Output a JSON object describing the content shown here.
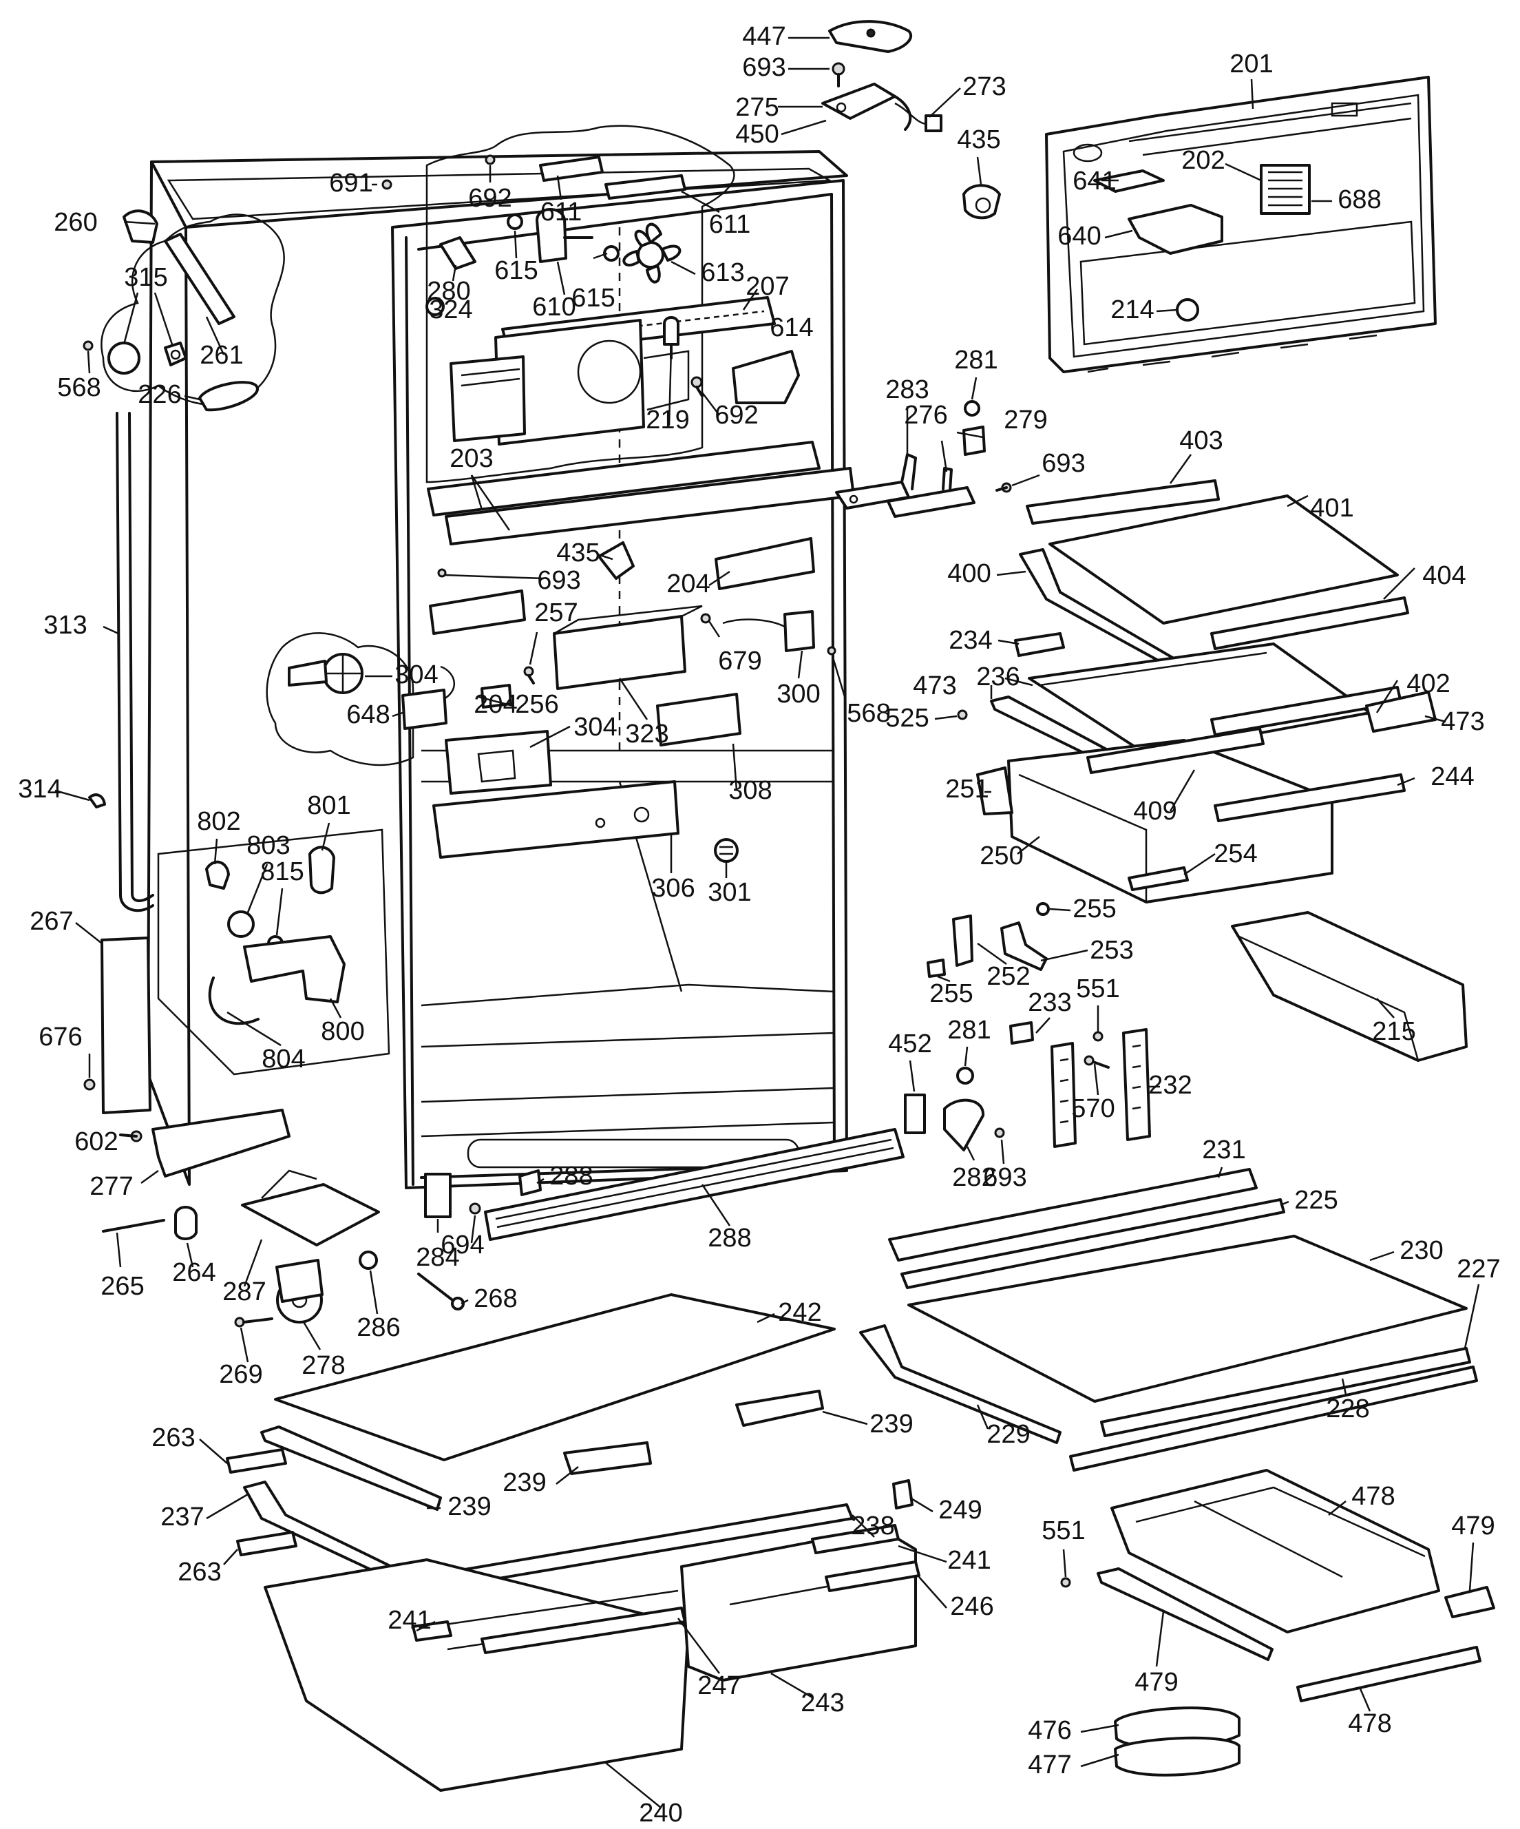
{
  "colors": {
    "ink": "#111111",
    "paper": "#ffffff"
  },
  "part_labels": {
    "p447": "447",
    "p693a": "693",
    "p275": "275",
    "p273": "273",
    "p450": "450",
    "p435a": "435",
    "p201": "201",
    "p202": "202",
    "p641": "641",
    "p688": "688",
    "p640": "640",
    "p214": "214",
    "p691": "691",
    "p692a": "692",
    "p611a": "611",
    "p611b": "611",
    "p260": "260",
    "p615a": "615",
    "p615b": "615",
    "p613": "613",
    "p280": "280",
    "p610": "610",
    "p207": "207",
    "p315": "315",
    "p324": "324",
    "p614": "614",
    "p261": "261",
    "p568a": "568",
    "p226": "226",
    "p692b": "692",
    "p281a": "281",
    "p283": "283",
    "p279": "279",
    "p276": "276",
    "p219": "219",
    "p693b": "693",
    "p403": "403",
    "p203": "203",
    "p401": "401",
    "p400": "400",
    "p404": "404",
    "p313": "313",
    "p435b": "435",
    "p693c": "693",
    "p204a": "204",
    "p257": "257",
    "p234": "234",
    "p679": "679",
    "p236": "236",
    "p473a": "473",
    "p402": "402",
    "p304a": "304",
    "p204b": "204",
    "p525": "525",
    "p473b": "473",
    "p256": "256",
    "p300": "300",
    "p568b": "568",
    "p648": "648",
    "p304b": "304",
    "p323": "323",
    "p244": "244",
    "p251": "251",
    "p314": "314",
    "p308": "308",
    "p409": "409",
    "p250": "250",
    "p254": "254",
    "p802": "802",
    "p801": "801",
    "p803": "803",
    "p815": "815",
    "p306": "306",
    "p301": "301",
    "p255a": "255",
    "p267": "267",
    "p253": "253",
    "p255b": "255",
    "p252": "252",
    "p551a": "551",
    "p233": "233",
    "p215": "215",
    "p800": "800",
    "p281b": "281",
    "p676": "676",
    "p804": "804",
    "p452": "452",
    "p570": "570",
    "p232": "232",
    "p602": "602",
    "p231": "231",
    "p282": "282",
    "p693d": "693",
    "p277": "277",
    "p288a": "288",
    "p225": "225",
    "p694": "694",
    "p284": "284",
    "p288b": "288",
    "p230": "230",
    "p265": "265",
    "p264": "264",
    "p287": "287",
    "p268": "268",
    "p227": "227",
    "p286": "286",
    "p242": "242",
    "p269": "269",
    "p278": "278",
    "p228": "228",
    "p239a": "239",
    "p263a": "263",
    "p229": "229",
    "p239b": "239",
    "p239c": "239",
    "p249": "249",
    "p237": "237",
    "p478a": "478",
    "p238": "238",
    "p479a": "479",
    "p241a": "241",
    "p263b": "263",
    "p551b": "551",
    "p246": "246",
    "p241b": "241",
    "p247": "247",
    "p479b": "479",
    "p478b": "478",
    "p243": "243",
    "p476": "476",
    "p477": "477",
    "p240": "240"
  }
}
